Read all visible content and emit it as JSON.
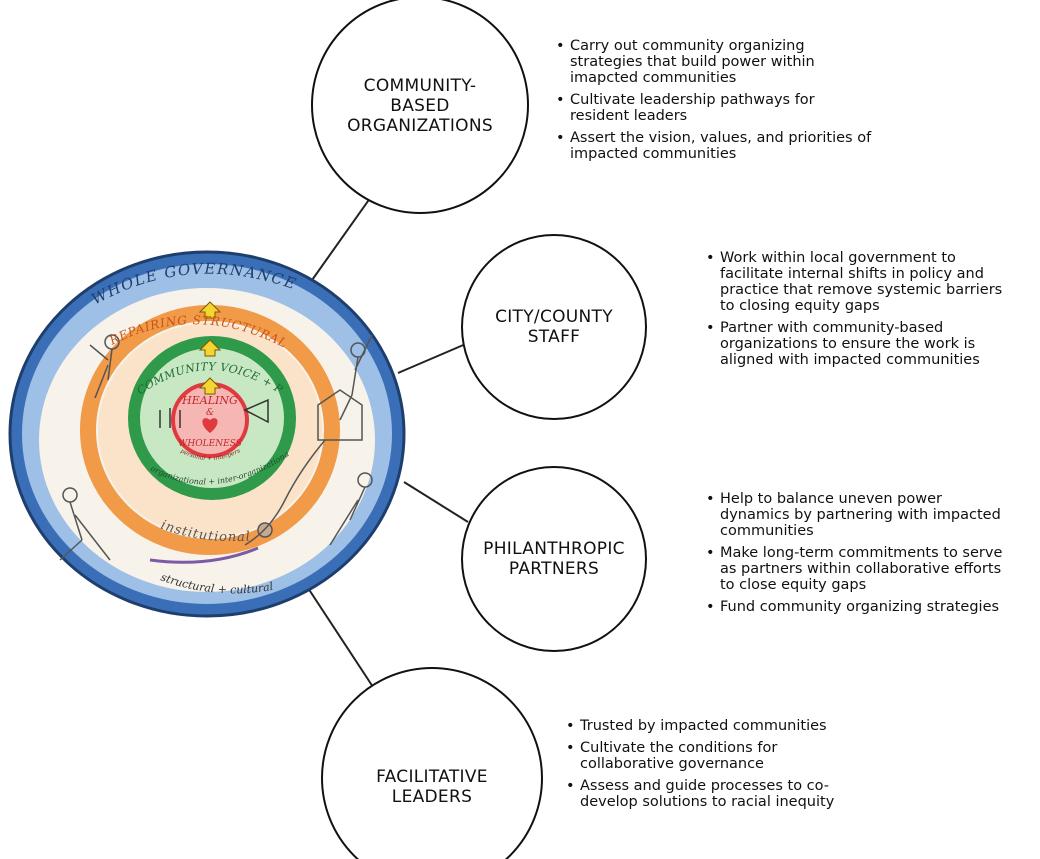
{
  "illustration": {
    "title": "WHOLE GOVERNANCE",
    "ring_orange_label": "REPAIRING STRUCTURAL HARM",
    "ring_green_label": "COMMUNITY VOICE + POWER",
    "center_label_1": "HEALING",
    "center_label_2": "&",
    "center_label_3": "WHOLENESS",
    "center_sub": "personal + interpersonal",
    "green_sub": "organizational + inter-organizational",
    "orange_sub": "institutional",
    "blue_sub": "structural + cultural",
    "colors": {
      "blue": "#3a6fb8",
      "orange": "#f08a2c",
      "green": "#2f9a4a",
      "red": "#e0393e"
    }
  },
  "nodes": [
    {
      "label": "COMMUNITY-\nBASED\nORGANIZATIONS",
      "bullets": [
        "Carry out community organizing\nstrategies that build power within\nimapcted communities",
        "Cultivate leadership pathways for\nresident leaders",
        "Assert the vision, values, and priorities of\nimpacted communities"
      ]
    },
    {
      "label": "CITY/COUNTY\nSTAFF",
      "bullets": [
        "Work within local government to\nfacilitate internal shifts in policy and\npractice that remove systemic barriers\nto closing equity gaps",
        "Partner with community-based\norganizations to ensure the work is\naligned with impacted communities"
      ]
    },
    {
      "label": "PHILANTHROPIC\nPARTNERS",
      "bullets": [
        "Help to balance uneven power\ndynamics by partnering with impacted\ncommunities",
        "Make long-term commitments to serve\nas partners within collaborative efforts\nto close equity gaps",
        "Fund community organizing strategies"
      ]
    },
    {
      "label": "FACILITATIVE\nLEADERS",
      "bullets": [
        "Trusted by impacted communities",
        "Cultivate the conditions for\ncollaborative governance",
        "Assess and guide processes to co-\ndevelop solutions to racial inequity"
      ]
    }
  ]
}
